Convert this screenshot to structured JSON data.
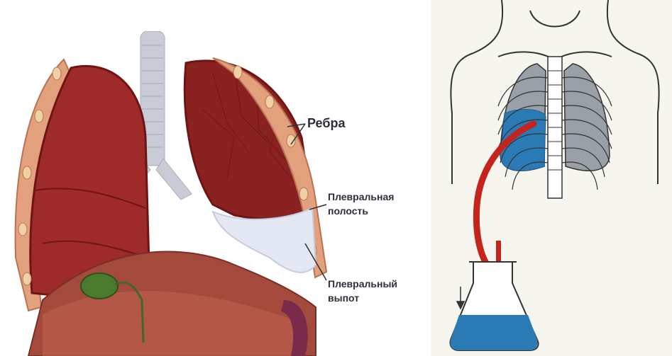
{
  "left_illustration": {
    "labels": {
      "ribs": "Ребра",
      "cavity_line1": "Плевральная",
      "cavity_line2": "полость",
      "effusion_line1": "Плевральный",
      "effusion_line2": "выпот"
    },
    "colors": {
      "lung": "#9e2a2a",
      "lung_dark": "#6e1414",
      "rib": "#e3a07c",
      "effusion": "#e4e8f4",
      "trachea": "#c9ccd6",
      "gallbladder": "#4a7a2c"
    }
  },
  "right_illustration": {
    "colors": {
      "lung": "#9aa0a8",
      "fluid": "#2a7ab6",
      "tube": "#c4241c",
      "background": "#f6f5ee"
    }
  }
}
